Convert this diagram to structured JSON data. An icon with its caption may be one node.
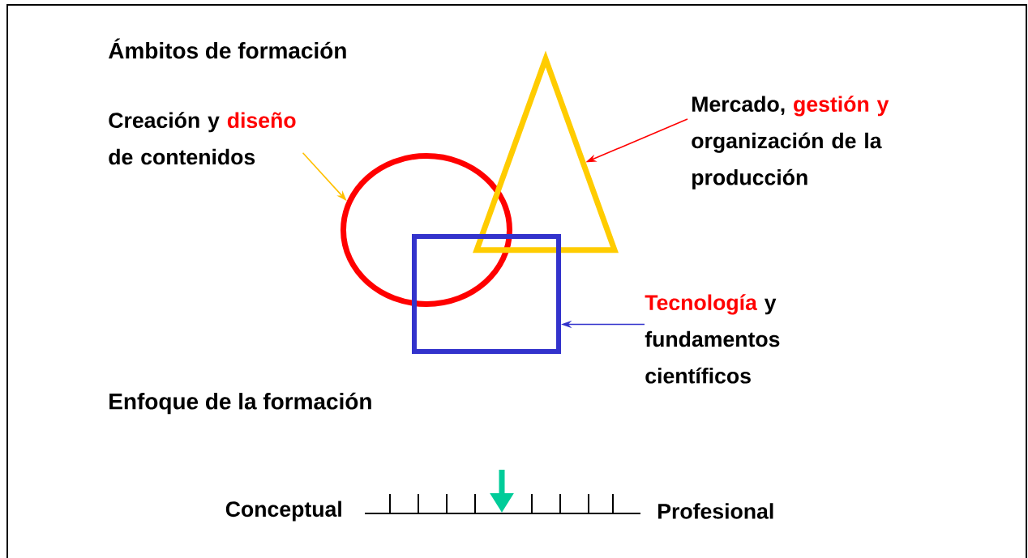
{
  "diagram": {
    "nodes": [
      {
        "text": [
          "Creación y",
          "diseño",
          "de contenidos"
        ]
      },
      {
        "text": [],
        "shape": "circle"
      },
      {
        "text": [
          "Mercado,",
          "gestión y",
          "organización de la producción"
        ]
      },
      {
        "text": [],
        "shape": "triangle"
      },
      {
        "text": [
          "Tecnología",
          "y fundamentos científicos"
        ]
      },
      {
        "text": [],
        "shape": "box"
      }
    ],
    "edges": [
      {
        "from": 0,
        "to": 1,
        "arrow": "to",
        "color": "#ffc000"
      },
      {
        "from": 2,
        "to": 3,
        "arrow": "to",
        "color": "#ff0000"
      },
      {
        "from": 4,
        "to": 5,
        "arrow": "to",
        "color": "#3333cc"
      }
    ],
    "labels": [
      "Ámbitos de formación",
      "Enfoque de la formación",
      "Conceptual",
      "Profesional"
    ]
  }
}
